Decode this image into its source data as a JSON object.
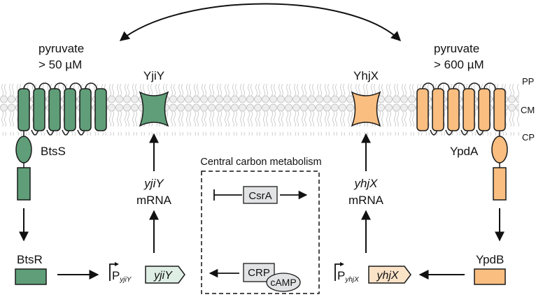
{
  "pyruvate_left": {
    "line1": "pyruvate",
    "line2": "> 50 µM"
  },
  "pyruvate_right": {
    "line1": "pyruvate",
    "line2": "> 600 µM"
  },
  "proteins": {
    "btsS": "BtsS",
    "btsR": "BtsR",
    "yjiY": "YjiY",
    "yhjX": "YhjX",
    "ypdA": "YpdA",
    "ypdB": "YpdB"
  },
  "membrane_labels": {
    "pp": "PP",
    "cm": "CM",
    "cp": "CP"
  },
  "mrna_left": {
    "gene": "yjiY",
    "word": "mRNA"
  },
  "mrna_right": {
    "gene": "yhjX",
    "word": "mRNA"
  },
  "promoter_left": {
    "p": "P",
    "sub": "yjiY",
    "gene": "yjiY"
  },
  "promoter_right": {
    "p": "P",
    "sub": "yhjX",
    "gene": "yhjX"
  },
  "central_box": {
    "title": "Central carbon metabolism",
    "csrA": "CsrA",
    "crp": "CRP",
    "camp": "cAMP"
  },
  "colors": {
    "green": "#5f9e78",
    "green_light": "#dfeee5",
    "orange": "#f9be80",
    "orange_light": "#fbe3c8",
    "gray_box": "#e2e3e4",
    "outline": "#1a1a1a"
  }
}
